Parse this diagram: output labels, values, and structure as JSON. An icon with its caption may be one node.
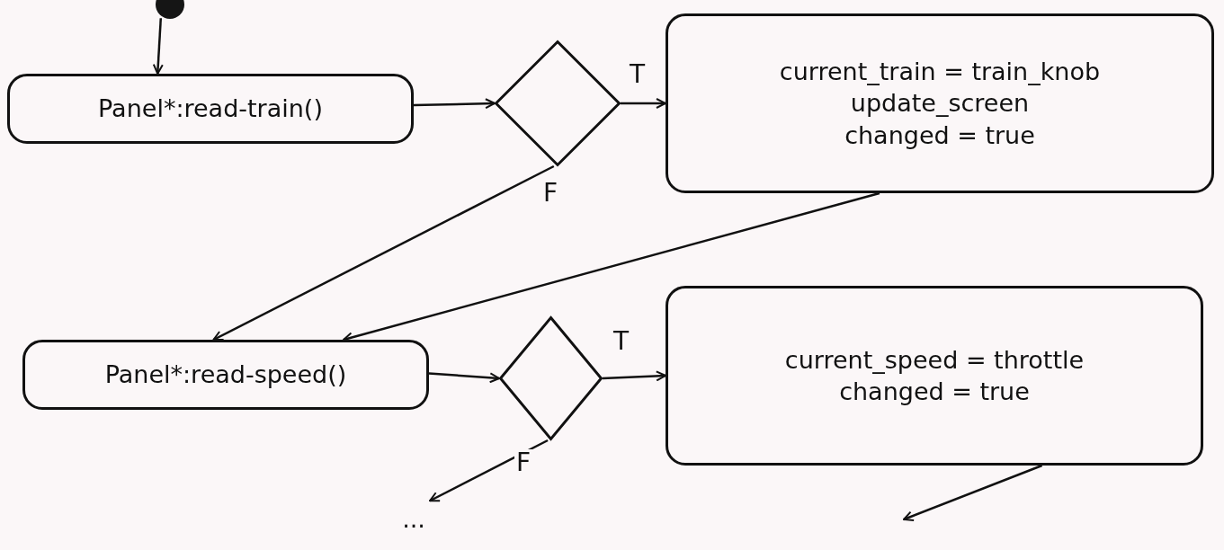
{
  "diagram": {
    "nodes": [
      {
        "text": [],
        "shape": "circle"
      },
      {
        "text": [
          "Panel*:read-train()"
        ]
      },
      {
        "text": [],
        "shape": "diamond"
      },
      {
        "text": [
          "current_train = train_knob",
          "update_screen",
          "changed = true"
        ]
      },
      {
        "text": [
          "Panel*:read-speed()"
        ]
      },
      {
        "text": [],
        "shape": "diamond"
      },
      {
        "text": [
          "current_speed = throttle",
          "changed = true"
        ]
      },
      {
        "text": [
          "..."
        ]
      }
    ],
    "edges": [
      {
        "from": 0,
        "to": 1,
        "arrow": "to"
      },
      {
        "from": 1,
        "to": 2,
        "arrow": "to"
      },
      {
        "from": 2,
        "to": 3,
        "arrow": "to",
        "label": "T"
      },
      {
        "from": 2,
        "to": 4,
        "arrow": "to",
        "label": "F"
      },
      {
        "from": 3,
        "to": 4,
        "arrow": "to"
      },
      {
        "from": 4,
        "to": 5,
        "arrow": "to"
      },
      {
        "from": 5,
        "to": 6,
        "arrow": "to",
        "label": "T"
      },
      {
        "from": 5,
        "to": 7,
        "arrow": "to",
        "label": "F"
      },
      {
        "from": 6,
        "to": null,
        "arrow": "to"
      }
    ]
  }
}
